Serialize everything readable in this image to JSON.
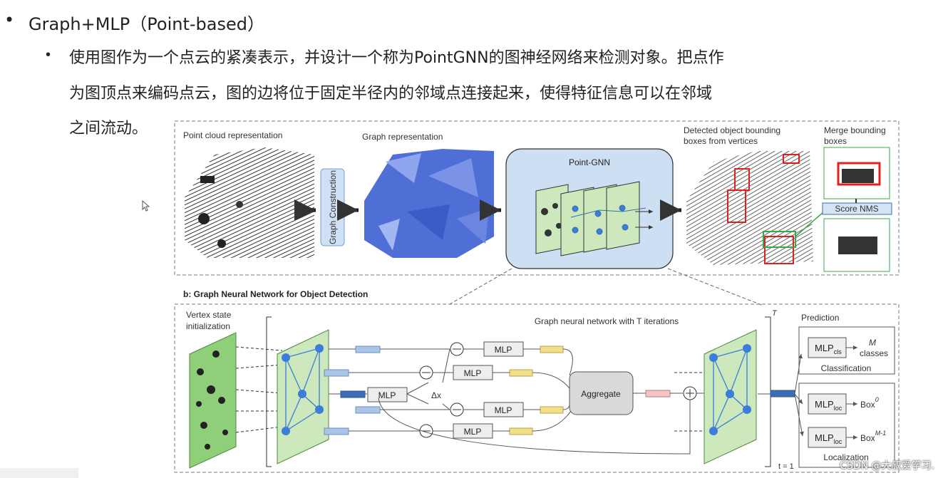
{
  "slide": {
    "bullet_1": "Graph+MLP（Point-based）",
    "bullet_2_lines": [
      "使用图作为一个点云的紧凑表示，并设计一个称为PointGNN的图神经网络来检测对象。把点作",
      "为图顶点来编码点云，图的边将位于固定半径内的邻域点连接起来，使得特征信息可以在邻域",
      "之间流动。"
    ]
  },
  "figure_top": {
    "point_cloud_label": "Point cloud representation",
    "graph_label": "Graph representation",
    "graph_construction": "Graph Construction",
    "point_gnn": "Point-GNN",
    "detected_label_1": "Detected object bounding",
    "detected_label_2": "boxes from vertices",
    "merge_label_1": "Merge bounding",
    "merge_label_2": "boxes",
    "score_nms": "Score NMS"
  },
  "figure_bottom": {
    "title": "b: Graph Neural Network for Object Detection",
    "vertex_state_1": "Vertex state",
    "vertex_state_2": "initialization",
    "gnn_label": "Graph neural network with T iterations",
    "t_sup": "T",
    "mlp": "MLP",
    "delta_x": "Δx",
    "aggregate": "Aggregate",
    "t_eq": "t = 1",
    "prediction": "Prediction",
    "mlp_cls_base": "MLP",
    "mlp_cls_sub": "cls",
    "m_label": "M",
    "classes_label": "classes",
    "classification": "Classification",
    "mlp_loc_base": "MLP",
    "mlp_loc_sub": "loc",
    "box_label": "Box",
    "box_sup_1": "0",
    "box_sup_2": "M-1",
    "localization": "Localization"
  },
  "watermark": "CSDN @大叔爱学习."
}
